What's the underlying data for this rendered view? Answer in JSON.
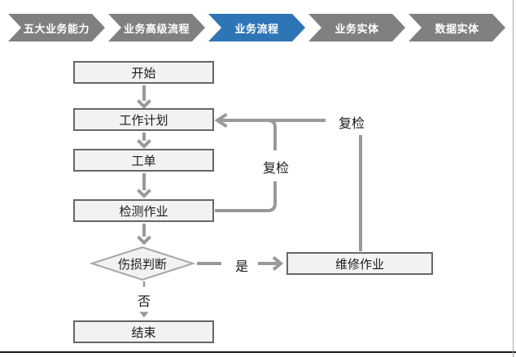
{
  "nav": {
    "colors": {
      "active_bg": "#2E75B6",
      "inactive_bg": "#808080",
      "text": "#FFFFFF"
    },
    "items": [
      {
        "label": "五大业务能力",
        "active": false
      },
      {
        "label": "业务高级流程",
        "active": false
      },
      {
        "label": "业务流程",
        "active": true
      },
      {
        "label": "业务实体",
        "active": false
      },
      {
        "label": "数据实体",
        "active": false
      }
    ]
  },
  "flowchart": {
    "colors": {
      "node_fill": "#F2F2F2",
      "node_border": "#666666",
      "connector": "#999999",
      "decision_border": "#A6A6A6",
      "text": "#1A1A1A"
    },
    "nodes": {
      "start": "开始",
      "plan": "工作计划",
      "order": "工单",
      "inspect": "检测作业",
      "decision": "伤损判断",
      "end": "结束",
      "repair": "维修作业"
    },
    "edge_labels": {
      "recheck_loop": "复检",
      "recheck_repair": "复检",
      "yes": "是",
      "no": "否"
    }
  }
}
